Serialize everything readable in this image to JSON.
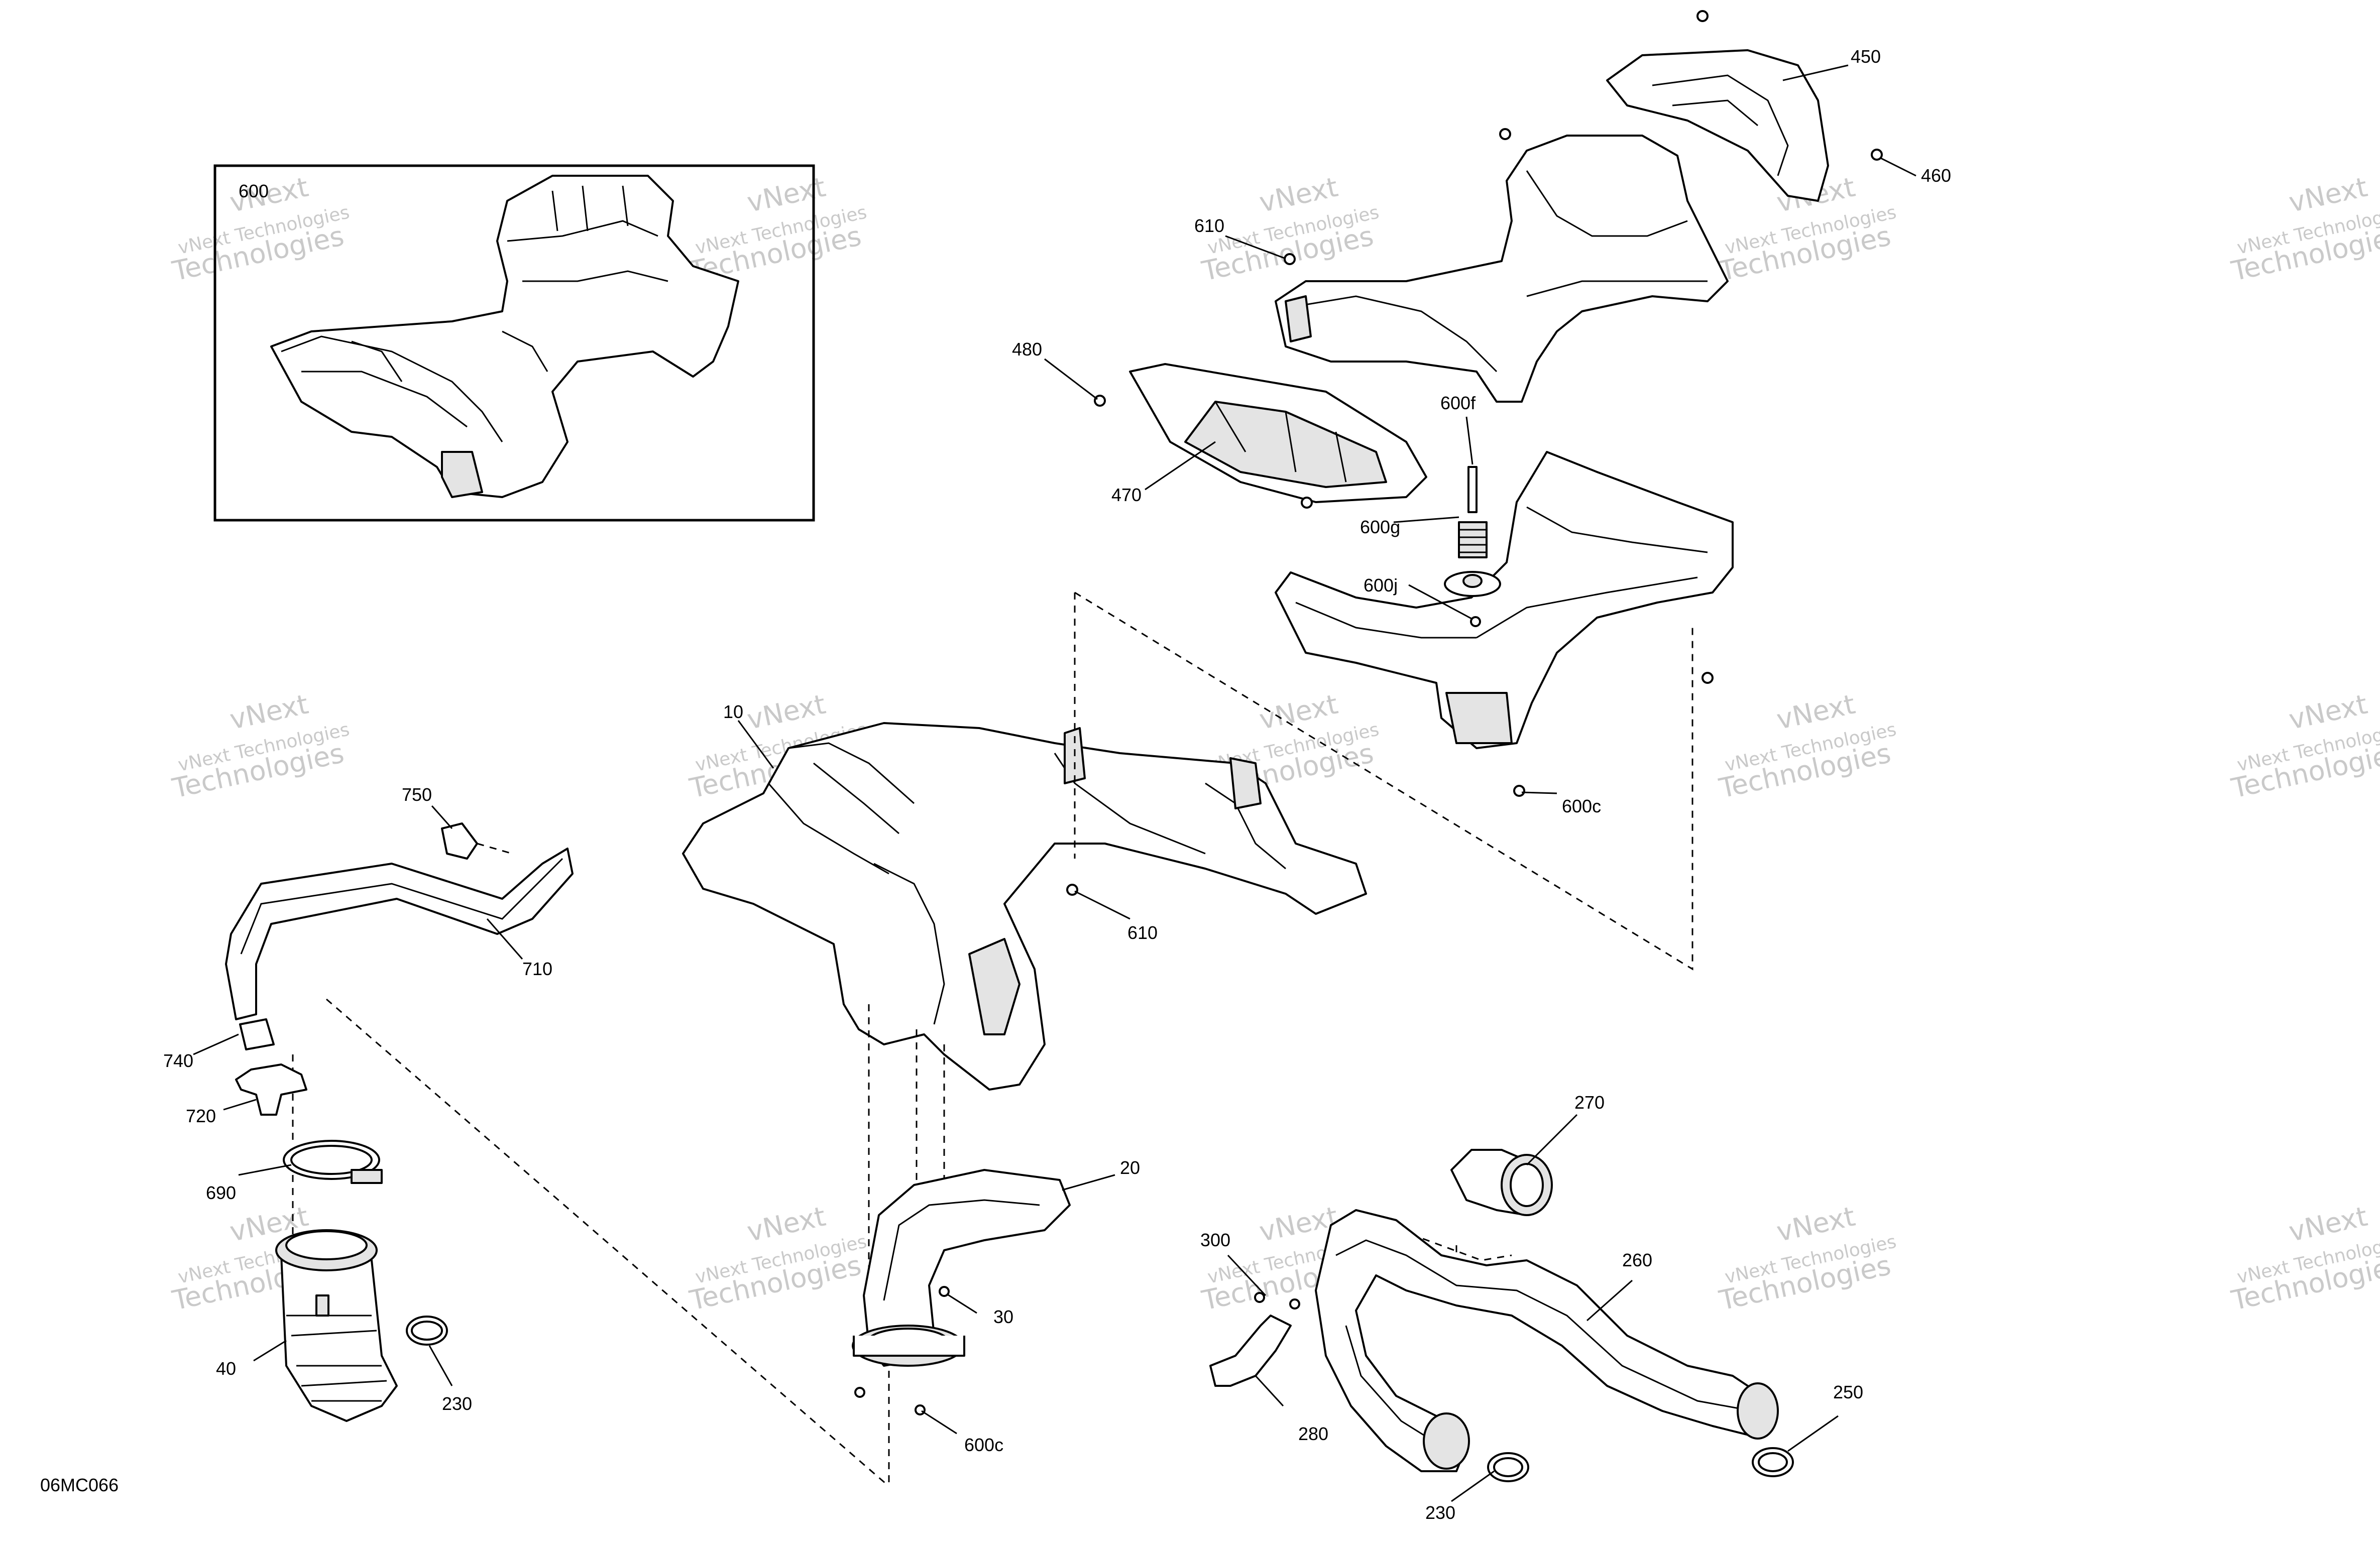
{
  "diagram_code": "06MC066",
  "watermark": {
    "line1": "vNext",
    "line2": "vNext Technologies",
    "line3": "Technologies",
    "color": "#c9c9c9"
  },
  "inset_label": "600",
  "callouts": [
    "450",
    "460",
    "610",
    "480",
    "470",
    "600f",
    "600g",
    "600j",
    "600c",
    "10",
    "750",
    "710",
    "610",
    "740",
    "720",
    "690",
    "40",
    "230",
    "20",
    "30",
    "600c",
    "270",
    "300",
    "260",
    "280",
    "250",
    "230"
  ]
}
